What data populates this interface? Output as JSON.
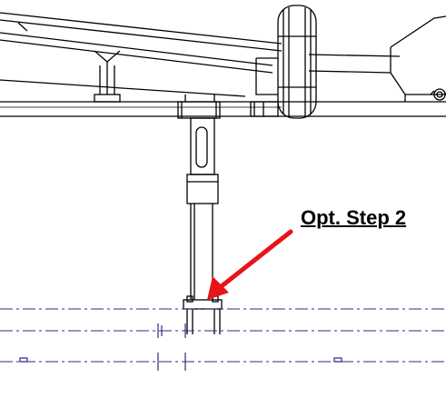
{
  "callout": {
    "label": "Opt. Step 2",
    "arrow_color": "#e8141b"
  },
  "colors": {
    "line": "#000000",
    "centerline": "#2b2b86"
  },
  "parts": [
    "trailer-frame",
    "tire",
    "hitch",
    "leg-jack-stand",
    "vertical-jack-post",
    "foot-plate",
    "ground-centerlines"
  ]
}
